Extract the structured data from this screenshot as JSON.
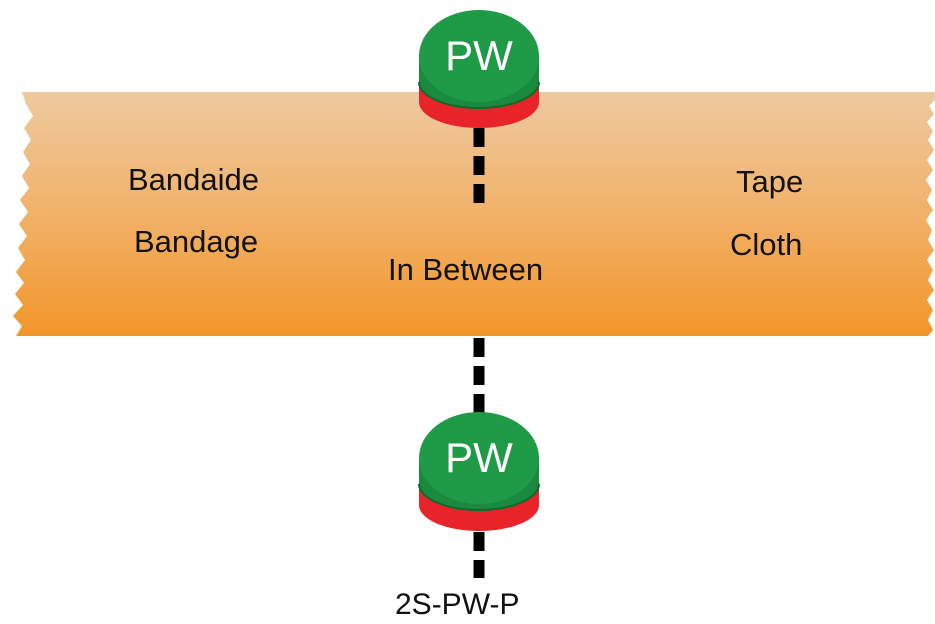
{
  "tape": {
    "left_lines": [
      "Bandaide",
      "Bandage"
    ],
    "center_line": "In Between",
    "right_lines": [
      "Tape",
      "Cloth"
    ]
  },
  "devices": [
    {
      "label": "PW"
    },
    {
      "label": "PW"
    }
  ],
  "bottom_caption": "2S-PW-P",
  "colors": {
    "tape_top": "#eec9a0",
    "tape_bottom": "#f29a2c",
    "device_green": "#1f9a47",
    "device_green_dark": "#137a33",
    "device_red": "#e8232a",
    "line": "#000000",
    "text": "#111111"
  }
}
